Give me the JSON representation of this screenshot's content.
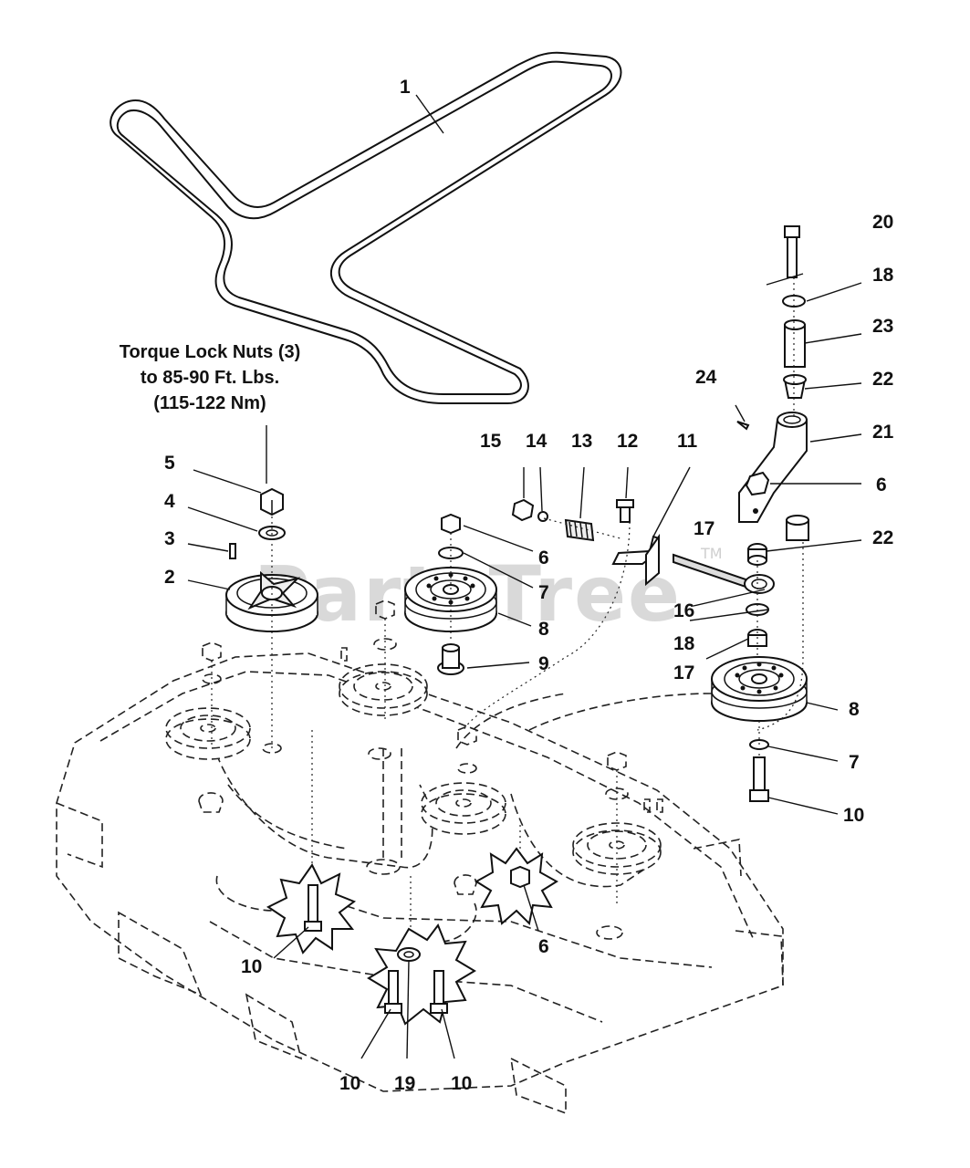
{
  "watermark": {
    "text": "PartsTree",
    "trademark": "TM"
  },
  "torque_note": {
    "line1": "Torque Lock Nuts (3)",
    "line2": "to 85-90 Ft. Lbs.",
    "line3": "(115-122 Nm)"
  },
  "callouts": {
    "c1": "1",
    "c2": "2",
    "c3": "3",
    "c4": "4",
    "c5": "5",
    "c6a": "6",
    "c6b": "6",
    "c6c": "6",
    "c7a": "7",
    "c7b": "7",
    "c8a": "8",
    "c8b": "8",
    "c9": "9",
    "c10a": "10",
    "c10b": "10",
    "c10c": "10",
    "c10d": "10",
    "c11": "11",
    "c12": "12",
    "c13": "13",
    "c14": "14",
    "c15": "15",
    "c16": "16",
    "c17a": "17",
    "c17b": "17",
    "c18a": "18",
    "c18b": "18",
    "c19": "19",
    "c20": "20",
    "c21": "21",
    "c22a": "22",
    "c22b": "22",
    "c23": "23",
    "c24": "24"
  }
}
